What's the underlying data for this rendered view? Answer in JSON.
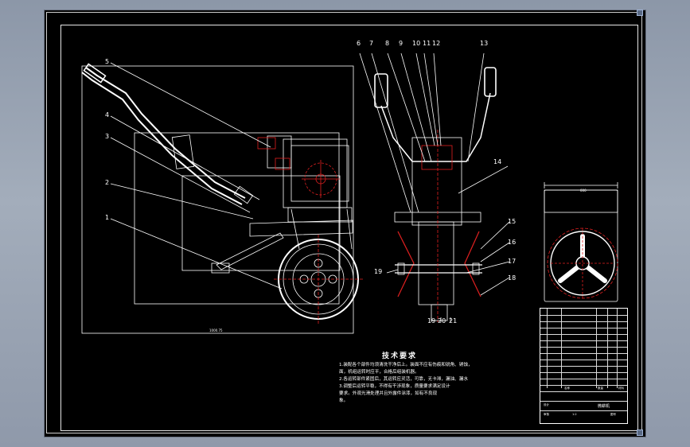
{
  "drawing": {
    "balloons_left": [
      "5",
      "4",
      "3",
      "2",
      "1"
    ],
    "balloons_top": [
      "6",
      "7",
      "8",
      "9",
      "10",
      "11",
      "12",
      "13"
    ],
    "balloons_right": [
      "14",
      "15",
      "16",
      "17",
      "18"
    ],
    "balloon_left_side_view": "19",
    "balloons_bottom": [
      "19",
      "20",
      "21"
    ],
    "scale_label": "1000.75",
    "dim_label": "000"
  },
  "technical_requirements": {
    "title": "技术要求",
    "lines": [
      "1.装配各个部件均须清洗干净后上。装面不应有伤痕和锐角、锈蚀，",
      "面，机组运转时应平，合格后组装机器。",
      "2.各运转部件紧固后，其运转应灵活，可靠，无卡滞，漏油、漏水",
      "3.调整后运转平稳，不得有干涉现象，质量要求满足设计",
      "要求。外观光滑处理并且外露件涂漆，如有不良现",
      "象。"
    ]
  },
  "title_block": {
    "part_name": "微耕机",
    "scale": "1:2",
    "sheet": "图号",
    "designer": "设计",
    "checker": "审核",
    "material_header": "材料",
    "qty_header": "数量",
    "name_header": "名称"
  },
  "colors": {
    "background": "#000000",
    "line": "#ffffff",
    "accent_red": "#e02020",
    "desktop": "#96a1b2"
  }
}
